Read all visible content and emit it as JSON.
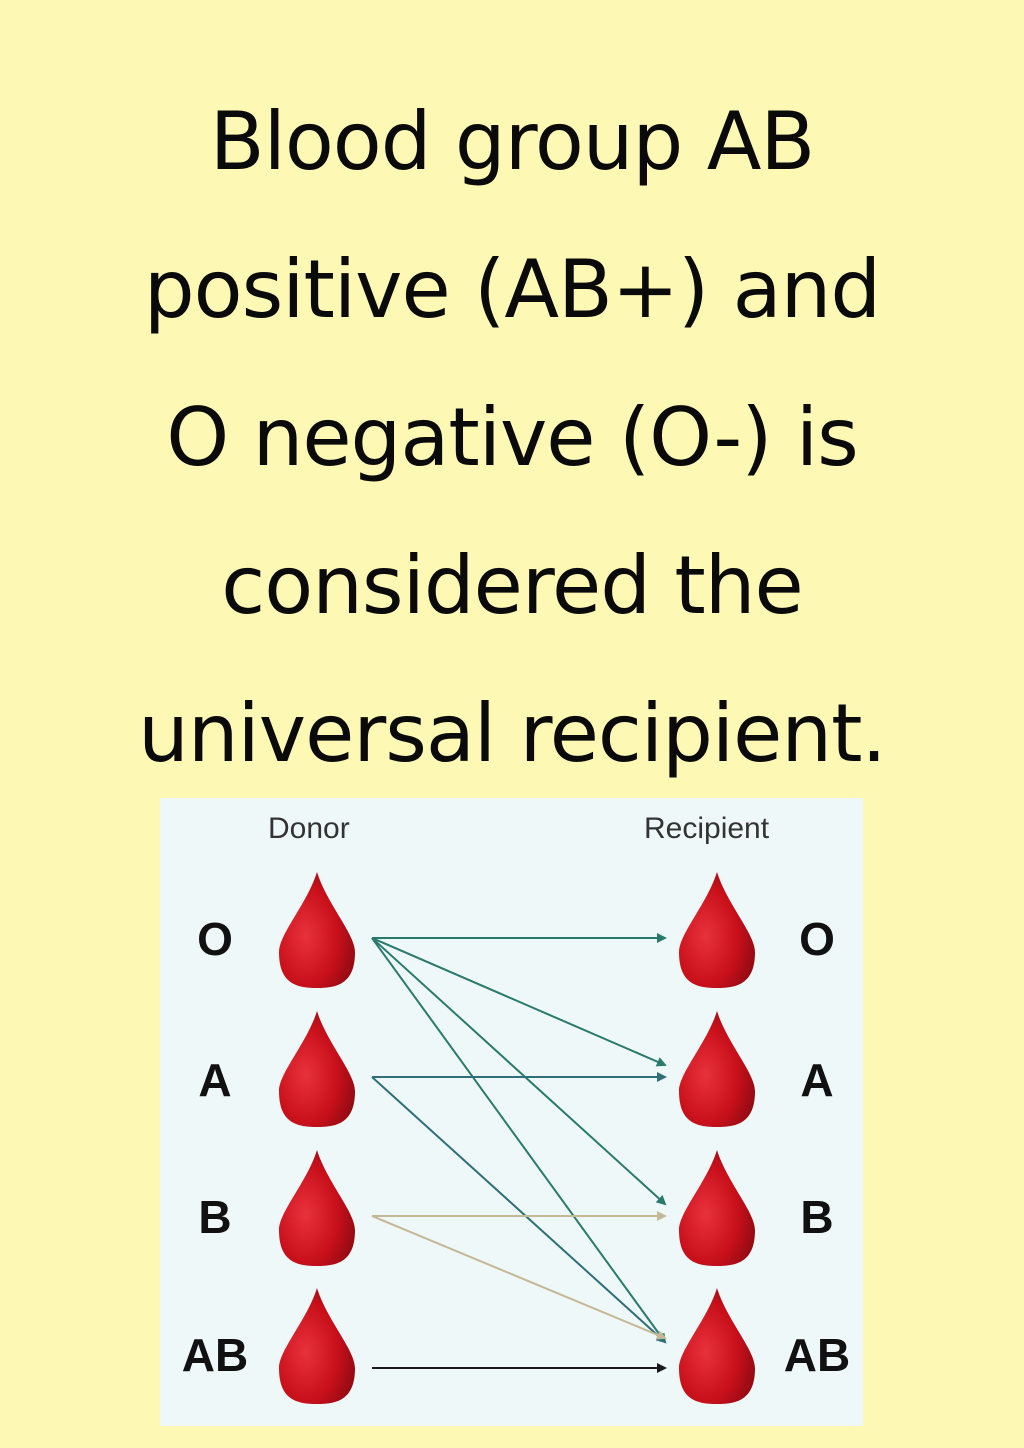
{
  "heading_lines": [
    "Blood group AB",
    "positive (AB+) and",
    "O negative (O-) is",
    "considered the",
    "universal recipient."
  ],
  "diagram": {
    "donor_title": "Donor",
    "recipient_title": "Recipient",
    "donor_groups": [
      "O",
      "A",
      "B",
      "AB"
    ],
    "recipient_groups": [
      "O",
      "A",
      "B",
      "AB"
    ],
    "drop_icon": "blood-drop-icon",
    "colors": {
      "drop": "#c8101b",
      "arrow_o": "#2a7a6c",
      "arrow_a": "#2e6f78",
      "arrow_b": "#c5b896",
      "arrow_ab": "#1a1a1a"
    },
    "compatibility": [
      {
        "from": "O",
        "to": [
          "O",
          "A",
          "B",
          "AB"
        ]
      },
      {
        "from": "A",
        "to": [
          "A",
          "AB"
        ]
      },
      {
        "from": "B",
        "to": [
          "B",
          "AB"
        ]
      },
      {
        "from": "AB",
        "to": [
          "AB"
        ]
      }
    ]
  }
}
